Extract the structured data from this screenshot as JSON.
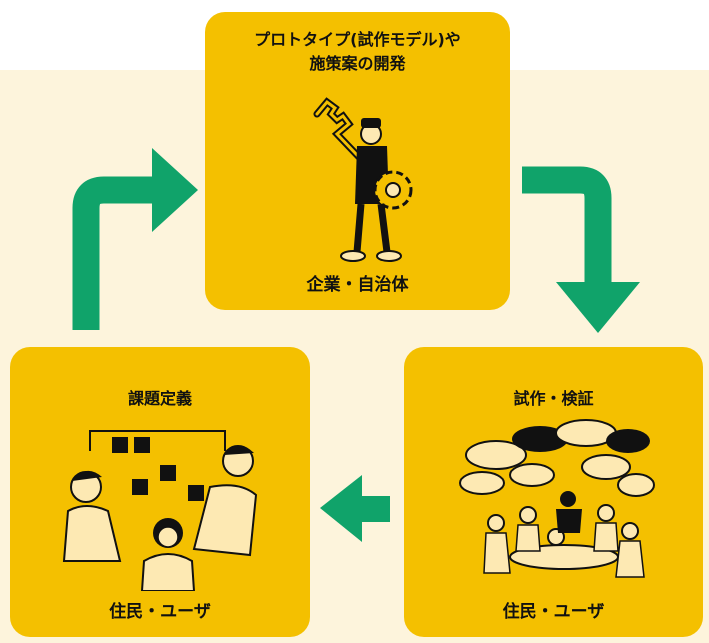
{
  "cards": {
    "top": {
      "title_line1": "プロトタイプ(試作モデル)や",
      "title_line2": "施策案の開発",
      "footer": "企業・自治体",
      "icon": "mechanic-with-wrench-and-gear"
    },
    "left": {
      "title": "課題定義",
      "footer": "住民・ユーザ",
      "icon": "people-sorting-sticky-notes"
    },
    "right": {
      "title": "試作・検証",
      "footer": "住民・ユーザ",
      "icon": "group-discussion-speech-bubbles"
    }
  },
  "arrows": [
    {
      "name": "arrow-left-to-top",
      "direction": "up-then-right"
    },
    {
      "name": "arrow-top-to-right",
      "direction": "right-then-down"
    },
    {
      "name": "arrow-right-to-left",
      "direction": "left"
    }
  ],
  "colors": {
    "card": "#f4c000",
    "background_band": "#fdf4dc",
    "arrow": "#10a36a",
    "line_art": "#111111",
    "skin": "#fde9b3"
  }
}
